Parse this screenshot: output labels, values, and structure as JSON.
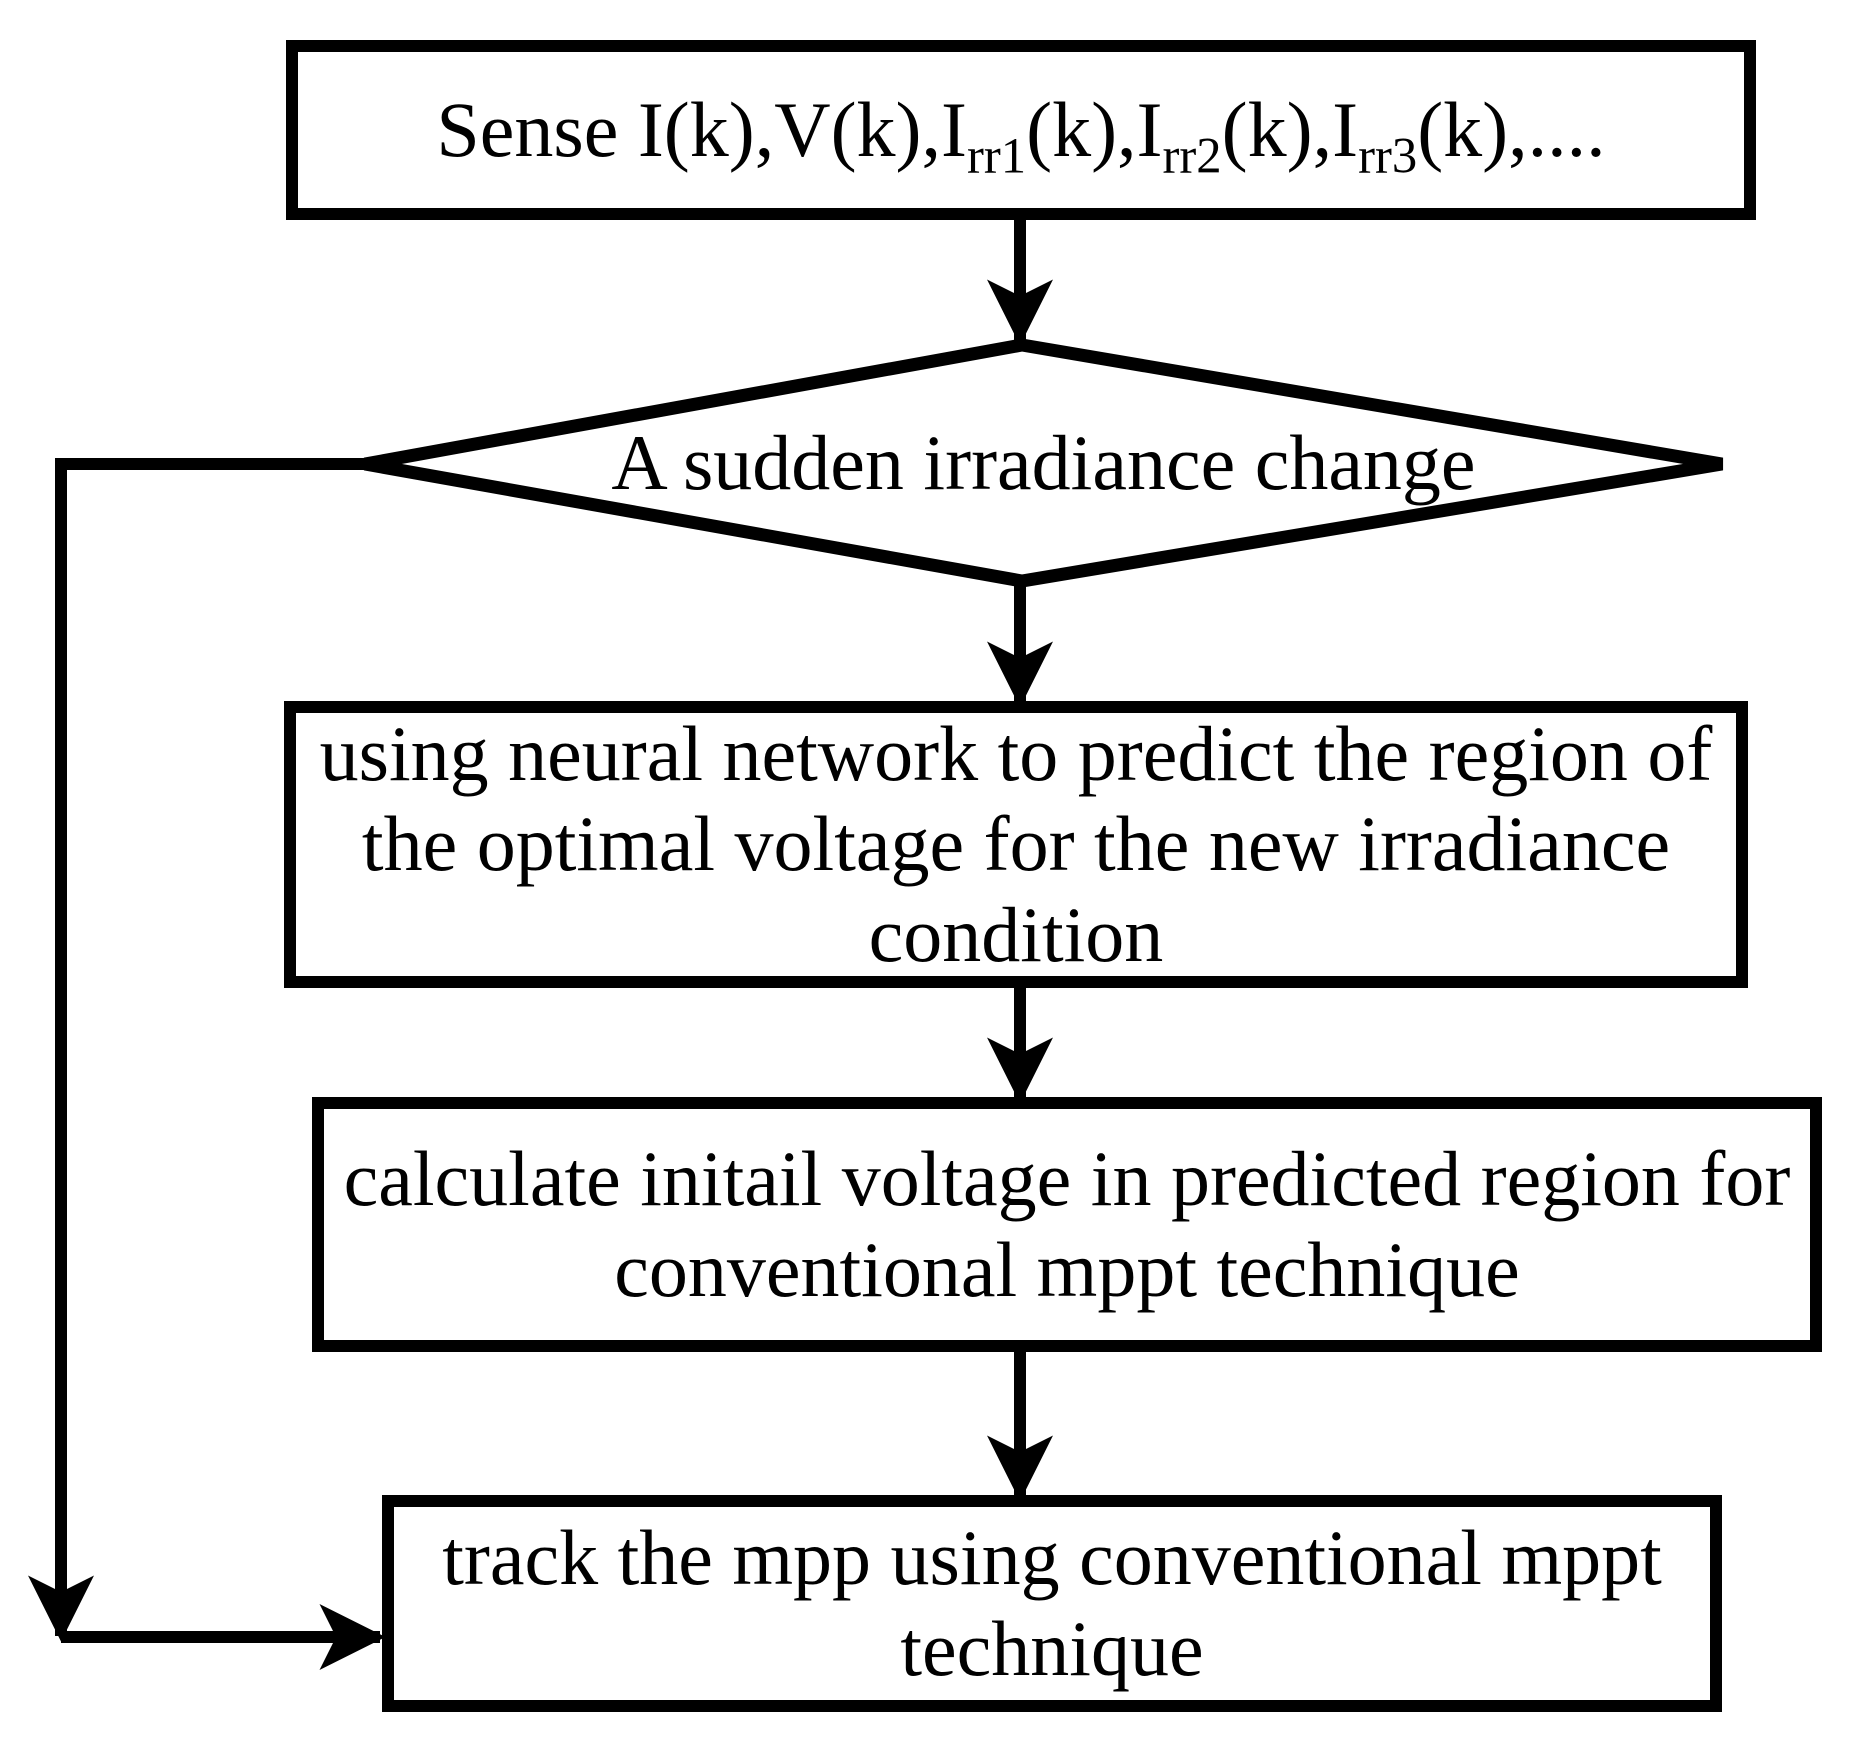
{
  "figure": {
    "kind": "flowchart",
    "background_color": "#ffffff",
    "line_color": "#000000",
    "text_color": "#000000"
  },
  "nodes": {
    "sense": {
      "shape": "rectangle",
      "text_parts": {
        "prefix": "Sense I(k),V(k),I",
        "sub1": "rr1",
        "mid1": "(k),I",
        "sub2": "rr2",
        "mid2": "(k),I",
        "sub3": "rr3",
        "suffix": "(k),...."
      }
    },
    "decision": {
      "shape": "diamond",
      "label": "A sudden irradiance change"
    },
    "predict": {
      "shape": "rectangle",
      "label": "using neural network to predict the region of\nthe optimal voltage for the new irradiance\ncondition"
    },
    "calculate": {
      "shape": "rectangle",
      "label": "calculate initail voltage in predicted region for\nconventional mppt technique"
    },
    "track": {
      "shape": "rectangle",
      "label": "track the mpp using conventional mppt\ntechnique"
    }
  },
  "edges": [
    {
      "from": "sense",
      "to": "decision",
      "style": "arrow-down"
    },
    {
      "from": "decision",
      "to": "predict",
      "style": "arrow-down"
    },
    {
      "from": "predict",
      "to": "calculate",
      "style": "arrow-down"
    },
    {
      "from": "calculate",
      "to": "track",
      "style": "arrow-down"
    },
    {
      "from": "decision",
      "to": "track",
      "style": "loop-back-left"
    }
  ]
}
